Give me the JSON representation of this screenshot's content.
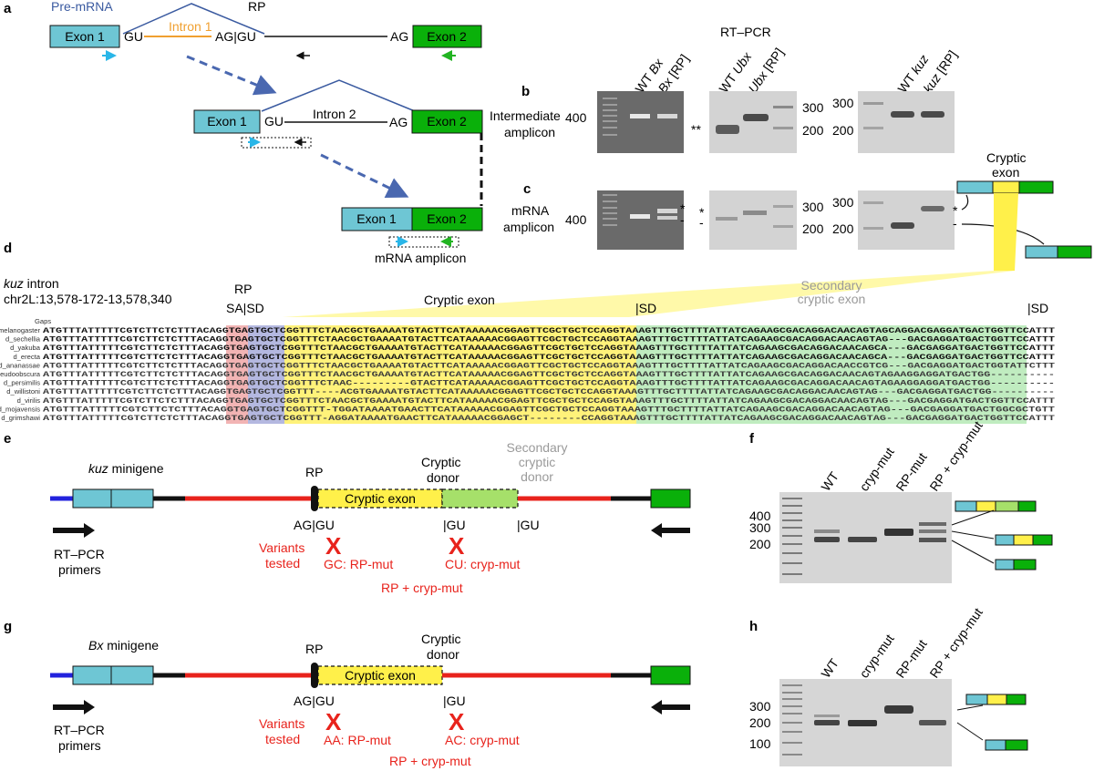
{
  "panel_letters": {
    "a": "a",
    "b": "b",
    "c": "c",
    "d": "d",
    "e": "e",
    "f": "f",
    "g": "g",
    "h": "h"
  },
  "panel_a": {
    "pre_mrna": "Pre-mRNA",
    "rp": "RP",
    "exon1": "Exon 1",
    "exon2": "Exon 2",
    "gu": "GU",
    "intron1": "Intron 1",
    "ag_gu": "AG|GU",
    "ag": "AG",
    "intron2": "Intron 2",
    "mrna_amplicon": "mRNA amplicon"
  },
  "gels_bc": {
    "rt_pcr": "RT–PCR",
    "row_b_label": "Intermediate amplicon",
    "row_b_line1": "Intermediate",
    "row_b_line2": "amplicon",
    "row_c_line1": "mRNA",
    "row_c_line2": "amplicon",
    "lanes_bx": [
      "WT Bx",
      "Bx [RP]"
    ],
    "lanes_ubx": [
      "WT Ubx",
      "Ubx [RP]"
    ],
    "lanes_kuz": [
      "WT kuz",
      "kuz [RP]"
    ],
    "ladder_400": "400",
    "ladder_300": "300",
    "ladder_200": "200",
    "double_star": "**",
    "star": "*",
    "dash": "-",
    "cryptic_exon_line1": "Cryptic",
    "cryptic_exon_line2": "exon"
  },
  "panel_d": {
    "intron_title_italic": "kuz",
    "intron_title_rest": " intron",
    "coords": "chr2L:13,578-172-13,578,340",
    "rp": "RP",
    "sa_sd": "SA|SD",
    "cryptic_exon": "Cryptic exon",
    "sd1": "|SD",
    "secondary_line1": "Secondary",
    "secondary_line2": "cryptic exon",
    "sd2": "|SD",
    "gaps": "Gaps",
    "species": [
      "d_melanogaster",
      "d_sechellia",
      "d_yakuba",
      "d_erecta",
      "d_ananassae",
      "d_pseudoobscura",
      "d_persimilis",
      "d_willistoni",
      "d_virilis",
      "d_mojavensis",
      "d_grimshawi"
    ],
    "seqs": [
      "ATGTTTATTTTTCGTCTTCTCTTTACAGGTGAGTGCTCGGTTTCTAACGCTGAAAATGTACTTCATAAAAACGGAGTTCGCTGCTCCAGGTAAAGTTTGCTTTTATTATCAGAAGCGACAGGACAACAGTAGCAGGACGAGGATGACTGGTTCCATTT",
      "ATGTTTATTTTTCGTCTTCTCTTTACAGGTGAGTGCTCGGTTTCTAACGCTGAAAATGTACTTCATAAAAACGGAGTTCGCTGCTCCAGGTAAAGTTTGCTTTTATTATCAGAAGCGACAGGACAACAGTAG---GACGAGGATGACTGGTTCCATTT",
      "ATGTTTATTTTTCGTCTTCTCTTTACAGGTGAGTGCTCGGTTTCTAACGCTGAAAATGTACTTCATAAAAACGGAGTTCGCTGCTCCAGGTAAAGTTTGCTTTTATTATCAGAAGCGACAGGACAACAGCA---GACGAGGATGACTGGTTCCATTT",
      "ATGTTTATTTTTCGTCTTCTCTTTACAGGTGAGTGCTCGGTTTCTAACGCTGAAAATGTACTTCATAAAAACGGAGTTCGCTGCTCCAGGTAAAGTTTGCTTTTATTATCAGAAGCGACAGGACAACAGCA---GACGAGGATGACTGGTTCCATTT",
      "ATGTTTATTTTTCGTCTTCTCTTTACAGGTGAGTGCTCGGTTTCTAACGCTGAAAATGTACTTCATAAAAACGGAGTTCGCTGCTCCAGGTAAAGTTTGCTTTTATTATCAGAAGCGACAGGACAACCGTCG---GACGAGGATGACTGGTATTCTTT",
      "ATGTTTATTTTTCGTCTTCTCTTTACAGGTGAGTGCTCGGTTTCTAACGCTGAAAATGTACTTCATAAAAACGGAGTTCGCTGCTCCAGGTAAAGTTTGCTTTTATTATCAGAAGCGACAGGACAACAGTAGAAGGAGGATGACTGG----------",
      "ATGTTTATTTTTCGTCTTCTCTTTACAGGTGAGTGCTCGGTTTCTAAC---------GTACTTCATAAAAACGGAGTTCGCTGCTCCAGGTAAAGTTTGCTTTTATTATCAGAAGCGACAGGACAACAGTAGAAGGAGGATGACTGG----------",
      "ATGTTTATTTTTCGTCTTCTCTTTACAGGTGAGTGCTCGGTTT----ACGTGAAAATGTACTTCATAAAAACGGAGTTCGCTGCTCCAGGTAAAGTTTGCTTTTATTATCAGAAGCGACAGGACAACAGTAG---GACGAGGATGACTGG----------",
      "ATGTTTATTTTTCGTCTTCTCTTTACAGGTGAGTGCTCGGTTTCTAACGCTGAAAATGTACTTCATAAAAACGGAGTTCGCTGCTCCAGGTAAAGTTTGCTTTTATTATCAGAAGCGACAGGACAACAGTAG---GACGAGGATGACTGGTTCCATTT",
      "ATGTTTATTTTTCGTCTTCTCTTTACAGGTGAGTGCTCGGTTT-TGGATAAAATGAACTTCATAAAAACGGAGTTCGCTGCTCCAGGTAAAGTTTGCTTTTATTATCAGAAGCGACAGGACAACAGTAG---GACGAGGATGACTGGCGCTGTT",
      "ATGTTTATTTTTCGTCTTCTCTTTACAGGTGAGTGCTCGGTTT-AGGATAAAATGAACTTCATAAAAACGGAGCT--------CCAGGTAAAGTTTGCTTTTATTATCAGAAGCGACAGGACAACAGTAG---GACGAGGATGACTGGTTCCATTT"
    ]
  },
  "panel_e": {
    "title_italic": "kuz",
    "title_rest": " minigene",
    "rp": "RP",
    "cryptic_donor_line1": "Cryptic",
    "cryptic_donor_line2": "donor",
    "secondary_donor_line1": "Secondary",
    "secondary_donor_line2": "cryptic",
    "secondary_donor_line3": "donor",
    "cryptic_exon": "Cryptic exon",
    "ag_gu": "AG|GU",
    "gu1": "|GU",
    "gu2": "|GU",
    "rt_pcr_line1": "RT–PCR",
    "rt_pcr_line2": "primers",
    "variants_line1": "Variants",
    "variants_line2": "tested",
    "x_mark": "X",
    "rp_mut": "GC: RP-mut",
    "cryp_mut": "CU: cryp-mut",
    "both": "RP + cryp-mut"
  },
  "panel_f": {
    "lanes": [
      "WT",
      "cryp-mut",
      "RP-mut",
      "RP + cryp-mut"
    ],
    "ladder": [
      "400",
      "300",
      "200"
    ]
  },
  "panel_g": {
    "title_italic": "Bx",
    "title_rest": " minigene",
    "rp": "RP",
    "cryptic_donor_line1": "Cryptic",
    "cryptic_donor_line2": "donor",
    "cryptic_exon": "Cryptic exon",
    "ag_gu": "AG|GU",
    "gu1": "|GU",
    "rt_pcr_line1": "RT–PCR",
    "rt_pcr_line2": "primers",
    "variants_line1": "Variants",
    "variants_line2": "tested",
    "x_mark": "X",
    "rp_mut": "AA: RP-mut",
    "cryp_mut": "AC: cryp-mut",
    "both": "RP + cryp-mut"
  },
  "panel_h": {
    "lanes": [
      "WT",
      "cryp-mut",
      "RP-mut",
      "RP + cryp-mut"
    ],
    "ladder": [
      "300",
      "200",
      "100"
    ]
  },
  "colors": {
    "exon1": "#6ec6d4",
    "exon2": "#0ab00a",
    "intron1": "#f0a030",
    "pre_mrna": "#3a5aa0",
    "arrow_dashed": "#4a68b0",
    "cryptic": "#fff04a",
    "secondary": "#a6e06a",
    "red": "#e8231c",
    "minigene_blue": "#2222dd"
  }
}
